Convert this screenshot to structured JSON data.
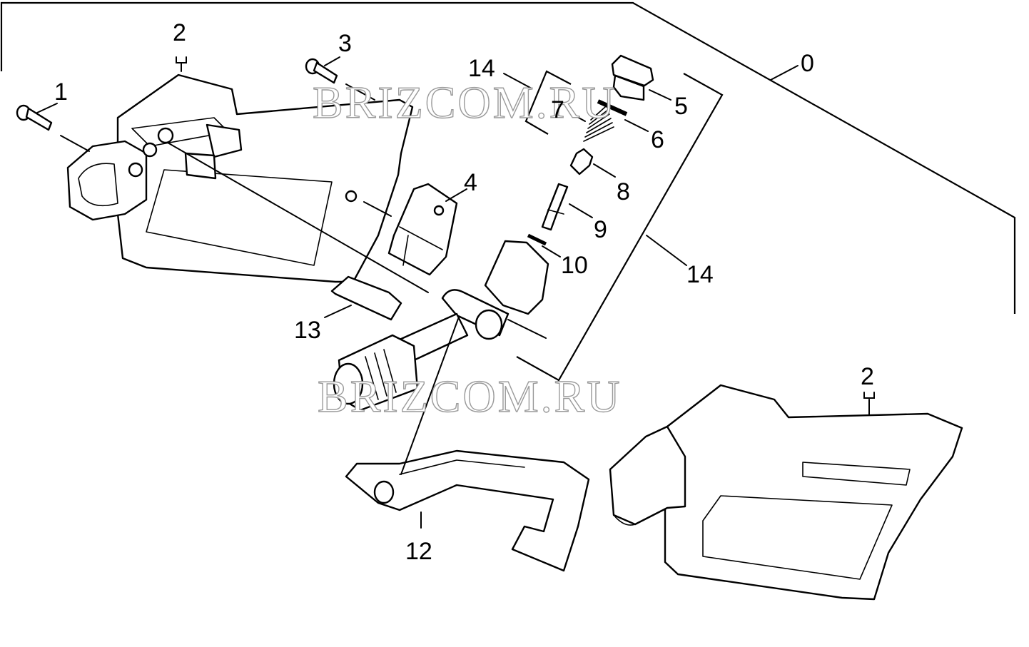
{
  "labels": {
    "l0": "0",
    "l1": "1",
    "l2a": "2",
    "l2b": "2",
    "l3": "3",
    "l4": "4",
    "l5": "5",
    "l6": "6",
    "l7": "7",
    "l8": "8",
    "l9": "9",
    "l10": "10",
    "l12": "12",
    "l13": "13",
    "l14a": "14",
    "l14b": "14"
  },
  "watermark": {
    "top": "BRIZCOM.RU",
    "middle": "BRIZCOM.RU"
  },
  "colors": {
    "line": "#000000",
    "watermark_outline": "#9a9a9a",
    "background": "#ffffff"
  }
}
